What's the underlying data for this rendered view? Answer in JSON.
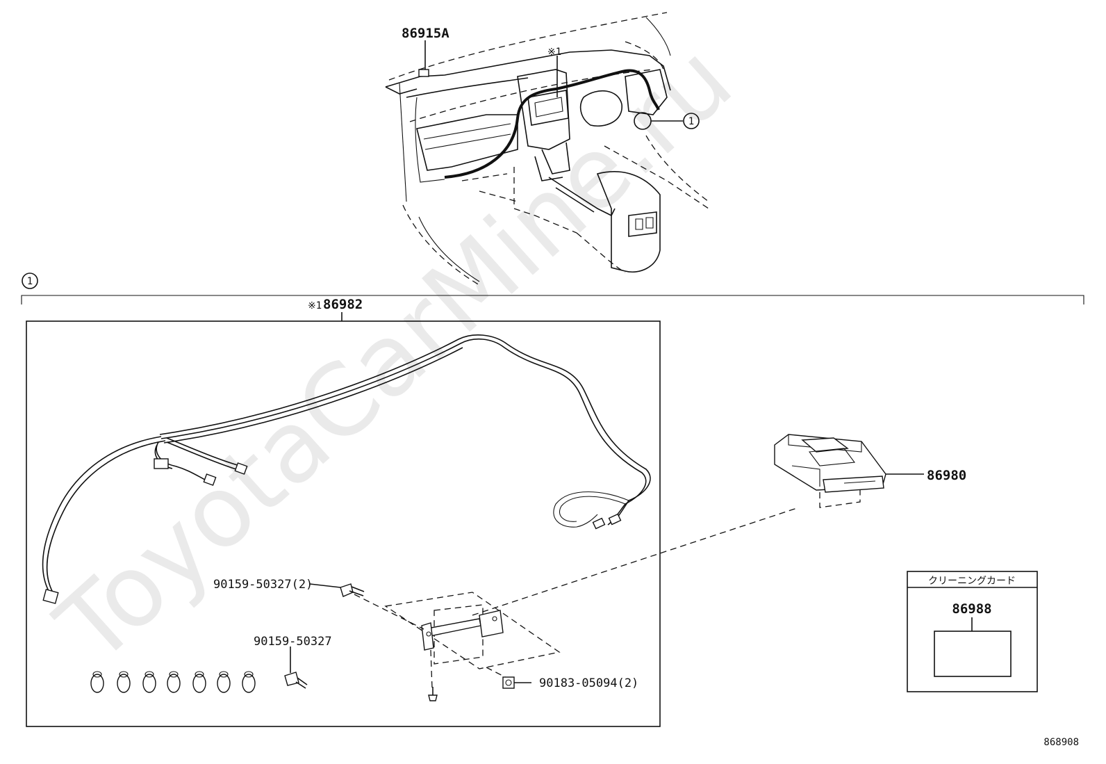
{
  "watermark": "ToyotaCarMine.ru",
  "figure_code": "868908",
  "callouts": {
    "circle_marker": "1",
    "note_marker": "※1"
  },
  "labels": {
    "antenna": "86915A",
    "harness": "86982",
    "etc_unit": "86980",
    "screw_a": "90159-50327(2)",
    "screw_b": "90159-50327",
    "nut": "90183-05094(2)",
    "card": "86988"
  },
  "card_box": {
    "title": "クリーニングカード"
  }
}
